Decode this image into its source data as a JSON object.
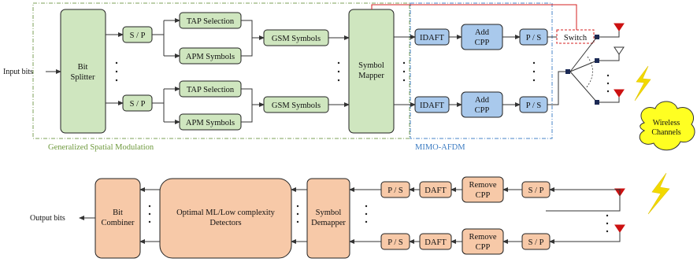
{
  "colors": {
    "green_block": "#cfe6bf",
    "blue_block": "#a9c9ec",
    "pink_block": "#f7c9a8",
    "gsm_border": "#7ea05a",
    "afdm_border": "#4a86c8",
    "switch_line": "#d62020",
    "antenna": "#cc1111",
    "bolt": "#f2d900",
    "cloud": "#ffff22"
  },
  "transmitter": {
    "input_label": "Input bits",
    "bit_splitter": [
      "Bit",
      "Splitter"
    ],
    "sp": "S / P",
    "tap_selection": "TAP Selection",
    "apm_symbols": "APM Symbols",
    "gsm_symbols": "GSM Symbols",
    "symbol_mapper": [
      "Symbol",
      "Mapper"
    ],
    "idaft": "IDAFT",
    "add_cpp": [
      "Add",
      "CPP"
    ],
    "ps": "P / S",
    "switch": "Switch",
    "gsm_region": "Generalized Spatial Modulation",
    "afdm_region": "MIMO-AFDM"
  },
  "channel": {
    "label": [
      "Wireless",
      "Channels"
    ]
  },
  "receiver": {
    "output_label": "Output bits",
    "bit_combiner": [
      "Bit",
      "Combiner"
    ],
    "detectors": [
      "Optimal ML/Low complexity",
      "Detectors"
    ],
    "symbol_demapper": [
      "Symbol",
      "Demapper"
    ],
    "ps": "P / S",
    "daft": "DAFT",
    "remove_cpp": [
      "Remove",
      "CPP"
    ],
    "sp": "S / P"
  }
}
